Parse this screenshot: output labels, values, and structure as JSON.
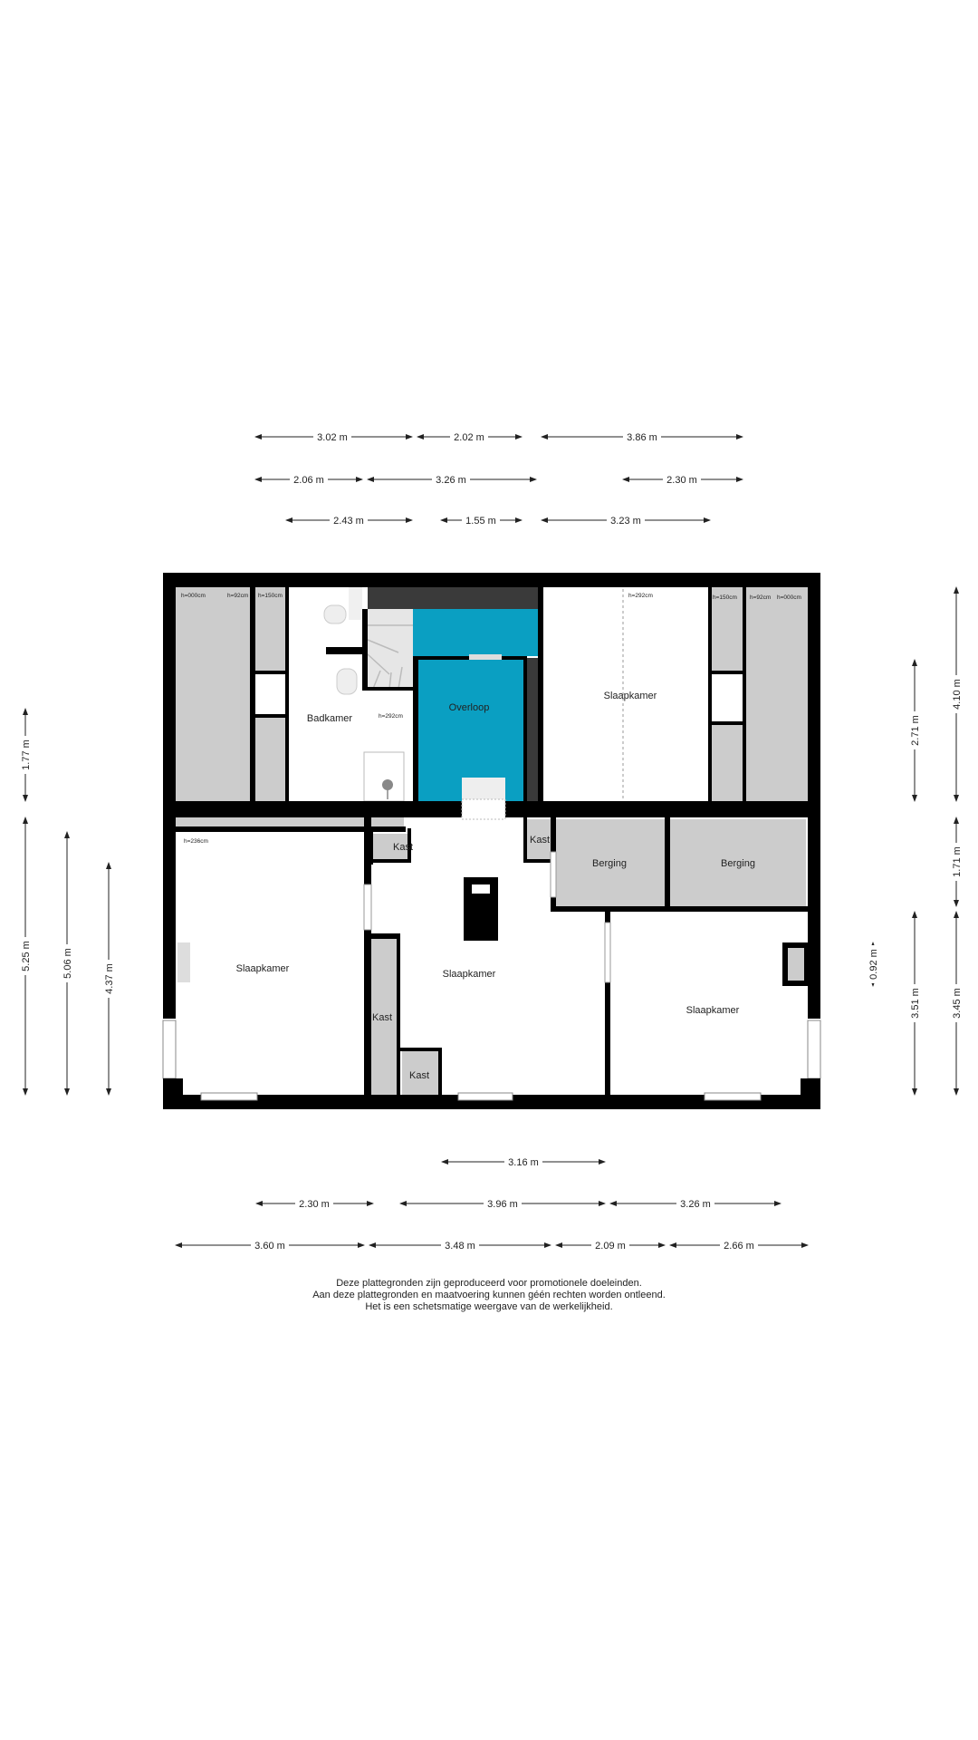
{
  "rooms": {
    "badkamer": "Badkamer",
    "overloop": "Overloop",
    "slaapkamer_ne": "Slaapkamer",
    "slaapkamer_w": "Slaapkamer",
    "slaapkamer_c": "Slaapkamer",
    "slaapkamer_se": "Slaapkamer",
    "berging_1": "Berging",
    "berging_2": "Berging",
    "kast_1": "Kast",
    "kast_2": "Kast",
    "kast_3": "Kast",
    "kast_4": "Kast"
  },
  "heights": {
    "h_nw_1": "h=000cm",
    "h_nw_2": "h=92cm",
    "h_nw_3": "h=150cm",
    "h_stair": "h=292cm",
    "h_ne_1": "h=292cm",
    "h_ne_2": "h=150cm",
    "h_ne_3": "h=92cm",
    "h_ne_4": "h=000cm",
    "h_sw": "h=236cm"
  },
  "dimensions": {
    "top_1": [
      "3.02 m",
      "2.02 m",
      "3.86 m"
    ],
    "top_2": [
      "2.06 m",
      "3.26 m",
      "2.30 m"
    ],
    "top_3": [
      "2.43 m",
      "1.55 m",
      "3.23 m"
    ],
    "bottom_1": [
      "3.16 m"
    ],
    "bottom_2": [
      "2.30 m",
      "3.96 m",
      "3.26 m"
    ],
    "bottom_3": [
      "3.60 m",
      "3.48 m",
      "2.09 m",
      "2.66 m"
    ],
    "left_1": [
      "1.77 m",
      "5.25 m"
    ],
    "left_2": [
      "5.06 m"
    ],
    "left_3": [
      "4.37 m"
    ],
    "right_1": [
      "0.92 m"
    ],
    "right_2": [
      "2.71 m",
      "3.51 m"
    ],
    "right_3": [
      "4.10 m",
      "1.71 m",
      "3.45 m"
    ]
  },
  "disclaimer": {
    "line1": "Deze plattegronden zijn geproduceerd voor promotionele doeleinden.",
    "line2": "Aan deze plattegronden en maatvoering kunnen géén rechten worden ontleend.",
    "line3": "Het is een schetsmatige weergave van de werkelijkheid."
  },
  "colors": {
    "wall": "#000000",
    "overloop": "#0a9fc2",
    "attic_storage": "#cccccc",
    "floor": "#ffffff"
  }
}
